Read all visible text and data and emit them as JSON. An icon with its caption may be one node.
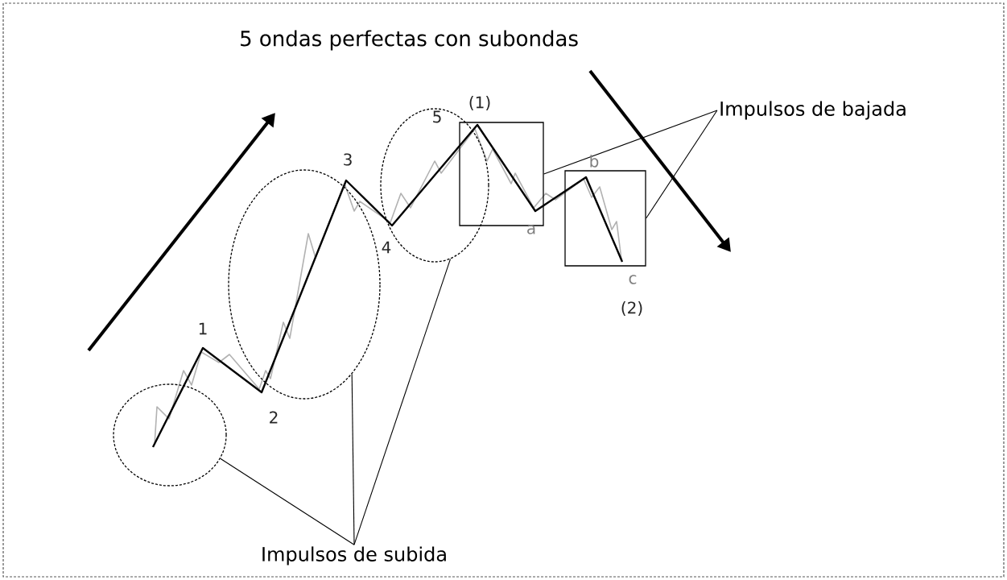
{
  "diagram": {
    "title": "5 ondas perfectas con subondas",
    "nodes": [
      {
        "text": [],
        "shape": "ellipse"
      },
      {
        "text": [],
        "shape": "ellipse"
      },
      {
        "text": [],
        "shape": "ellipse"
      },
      {
        "text": [],
        "shape": "box"
      },
      {
        "text": [],
        "shape": "box"
      },
      {
        "text": [
          "Impulsos de bajada"
        ]
      },
      {
        "text": [
          "Impulsos de subida"
        ]
      }
    ],
    "edges": [
      {
        "from": 6,
        "to": 0,
        "arrow": "none"
      },
      {
        "from": 6,
        "to": 1,
        "arrow": "none"
      },
      {
        "from": 6,
        "to": 2,
        "arrow": "none"
      },
      {
        "from": 5,
        "to": 3,
        "arrow": "none"
      },
      {
        "from": 5,
        "to": 4,
        "arrow": "none"
      }
    ],
    "labels": [
      "(1)",
      "5",
      "3",
      "b",
      "4",
      "a",
      "1",
      "c",
      "(2)",
      "2"
    ]
  }
}
